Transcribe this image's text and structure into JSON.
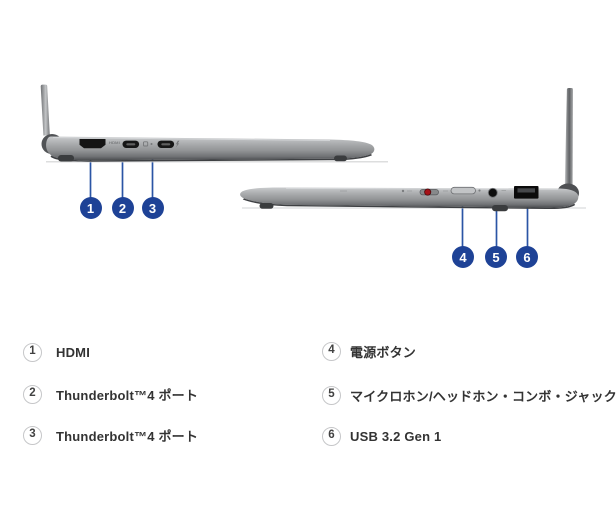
{
  "diagram": {
    "callouts": [
      {
        "number": "1"
      },
      {
        "number": "2"
      },
      {
        "number": "3"
      },
      {
        "number": "4"
      },
      {
        "number": "5"
      },
      {
        "number": "6"
      }
    ],
    "engravings": {
      "hdmi": "HDMI"
    }
  },
  "legend": {
    "left": [
      {
        "number": "1",
        "label": "HDMI"
      },
      {
        "number": "2",
        "label": "Thunderbolt™4 ポート"
      },
      {
        "number": "3",
        "label": "Thunderbolt™4 ポート"
      }
    ],
    "right": [
      {
        "number": "4",
        "label": "電源ボタン"
      },
      {
        "number": "5",
        "label": "マイクロホン/ヘッドホン・コンボ・ジャック"
      },
      {
        "number": "6",
        "label": "USB 3.2 Gen 1"
      }
    ]
  },
  "colors": {
    "callout_fill": "#1e4296",
    "callout_line": "#2b55a5",
    "legend_text": "#333333",
    "body_gray": "#919395",
    "port_black": "#141414",
    "shutter_red": "#a61117"
  }
}
